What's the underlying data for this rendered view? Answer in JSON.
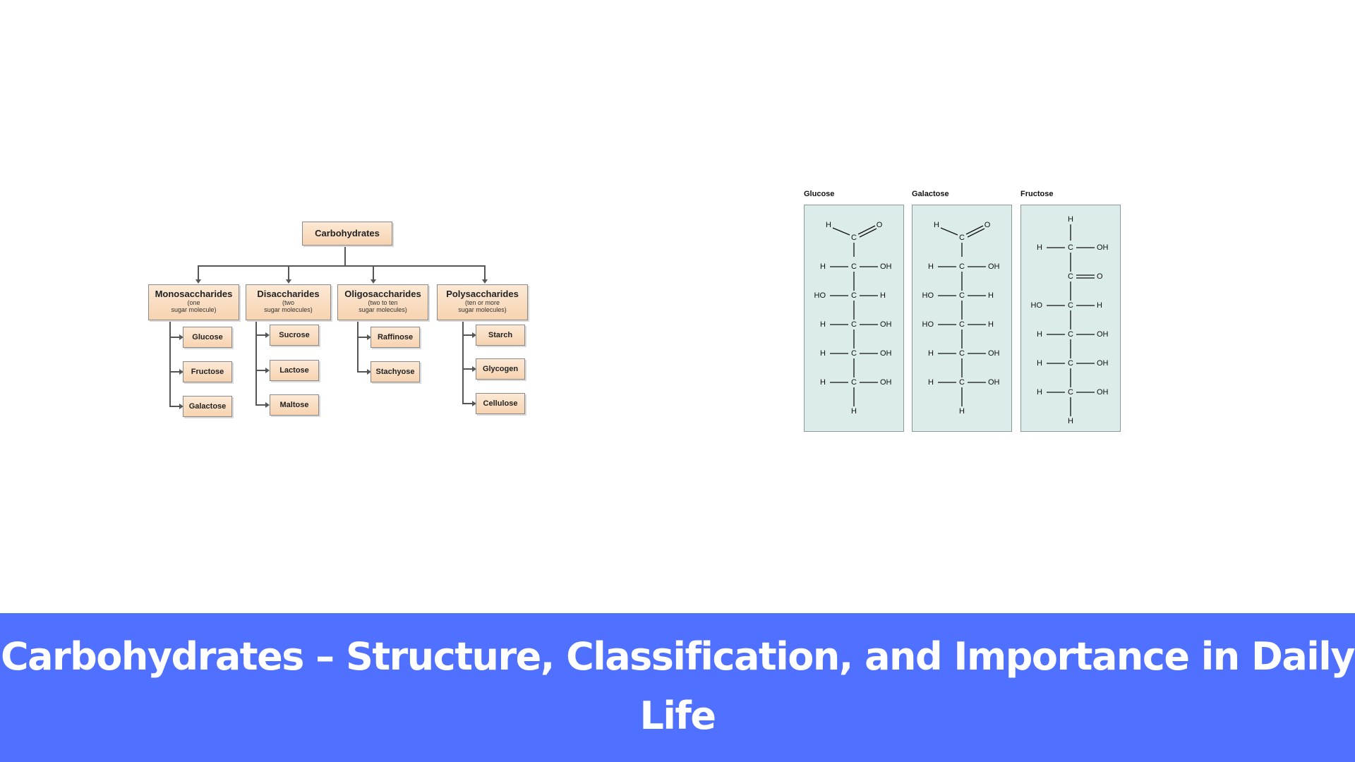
{
  "tree": {
    "root": "Carbohydrates",
    "categories": [
      {
        "name": "Monosaccharides",
        "sub1": "(one",
        "sub2": "sugar molecule)",
        "items": [
          "Glucose",
          "Fructose",
          "Galactose"
        ]
      },
      {
        "name": "Disaccharides",
        "sub1": "(two",
        "sub2": "sugar molecules)",
        "items": [
          "Sucrose",
          "Lactose",
          "Maltose"
        ]
      },
      {
        "name": "Oligosaccharides",
        "sub1": "(two to ten",
        "sub2": "sugar molecules)",
        "items": [
          "Raffinose",
          "Stachyose"
        ]
      },
      {
        "name": "Polysaccharides",
        "sub1": "(ten or more",
        "sub2": "sugar molecules)",
        "items": [
          "Starch",
          "Glycogen",
          "Cellulose"
        ]
      }
    ]
  },
  "structures": [
    {
      "name": "Glucose",
      "rows": [
        [
          "H",
          "OH"
        ],
        [
          "HO",
          "H"
        ],
        [
          "H",
          "OH"
        ],
        [
          "H",
          "OH"
        ],
        [
          "H",
          "OH"
        ]
      ],
      "bottom": "H"
    },
    {
      "name": "Galactose",
      "rows": [
        [
          "H",
          "OH"
        ],
        [
          "HO",
          "H"
        ],
        [
          "HO",
          "H"
        ],
        [
          "H",
          "OH"
        ],
        [
          "H",
          "OH"
        ]
      ],
      "bottom": "H"
    },
    {
      "name": "Fructose",
      "rows": [
        [
          "H",
          "OH"
        ],
        [
          "HO",
          "H"
        ],
        [
          "H",
          "OH"
        ],
        [
          "H",
          "OH"
        ],
        [
          "H",
          "OH"
        ]
      ],
      "top": "H",
      "bottom": "H"
    }
  ],
  "atoms": {
    "carbon": "C",
    "hydrogen": "H",
    "oxygen": "O"
  },
  "banner": {
    "title": "Carbohydrates – Structure, Classification, and Importance in Daily Life",
    "bg_color": "#5070ff",
    "text_color": "#ffffff"
  }
}
